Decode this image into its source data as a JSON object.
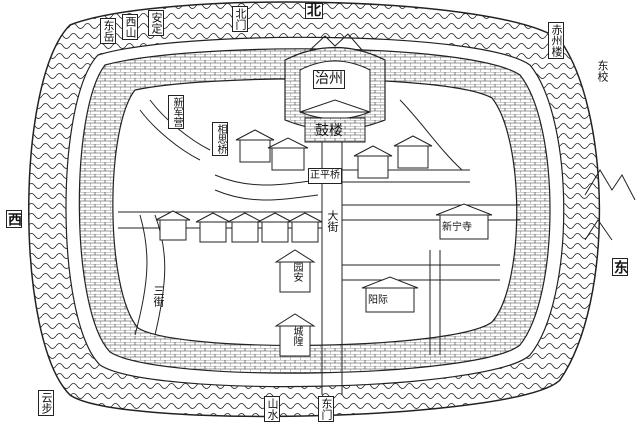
{
  "directions": {
    "north": "北",
    "east": "东",
    "west": "西"
  },
  "landmarks": {
    "top_name_plaque": "治州",
    "drum_tower": "鼓楼",
    "zhengping_bridge": "正平桥",
    "great_street": "大街",
    "third_street": "三街"
  },
  "labels": {
    "chizhou_tower": "赤州楼",
    "dongxiao": "东校",
    "xinjunying": "新军营",
    "xiangsi_bridge": "相思桥",
    "xinning_temple": "新宁寺",
    "yangji": "阳际",
    "yuanan": "园安",
    "chenghuang": "城隍",
    "left_label_1": "东岳",
    "left_label_2": "西山",
    "left_label_3": "安定",
    "left_label_4": "北门",
    "bottom_label_1": "云步",
    "bottom_label_2": "山水",
    "bottom_label_3": "东门"
  },
  "colors": {
    "ink": "#111111",
    "paper": "#ffffff",
    "wall": "#222222"
  }
}
